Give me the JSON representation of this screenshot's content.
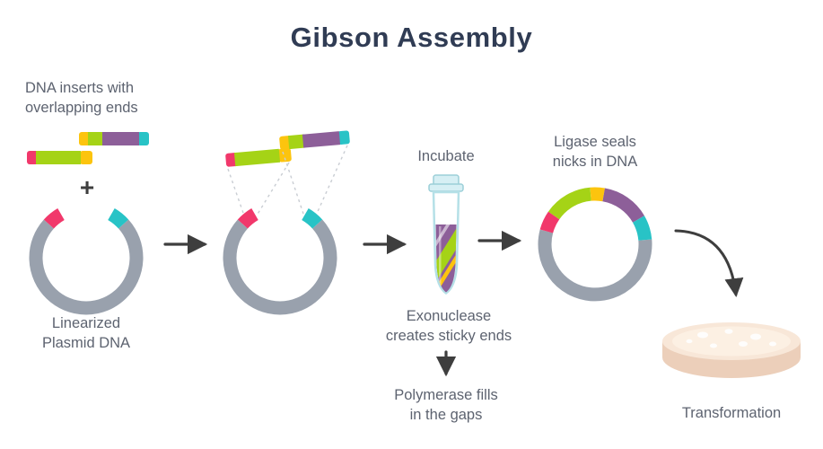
{
  "title": "Gibson Assembly",
  "colors": {
    "title_text": "#303c54",
    "label_text": "#5d6370",
    "plasmid_gray": "#99a1ad",
    "pink": "#f1386b",
    "green": "#a5d316",
    "yellow": "#fcc40e",
    "purple": "#8d5f99",
    "teal": "#28c3c6",
    "arrow": "#3e3e3e",
    "dashed_line": "#c9cdd3",
    "tube_outline": "#b5e0e7",
    "tube_cap": "#d6eff4",
    "tube_cap_edge": "#9ccfd8",
    "tube_body_fill": "#ffffff",
    "dish_base": "#eccfba",
    "dish_top": "#f8e7d8",
    "dish_agar": "#fcf0e3",
    "colony": "#ffffff"
  },
  "stage1": {
    "inserts_label": "DNA inserts with\noverlapping ends",
    "plus": "+",
    "plasmid_label": "Linearized\nPlasmid DNA"
  },
  "stage3": {
    "incubate_label": "Incubate",
    "exonuclease_label": "Exonuclease\ncreates sticky ends",
    "polymerase_label": "Polymerase fills\nin the gaps"
  },
  "stage4": {
    "ligase_label": "Ligase seals\nnicks in DNA"
  },
  "stage5": {
    "transformation_label": "Transformation"
  }
}
